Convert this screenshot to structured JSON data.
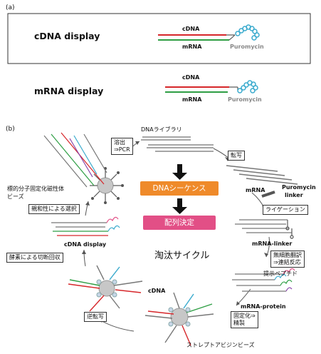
{
  "panel_a": {
    "tag": "(a)",
    "cdna_display": {
      "title": "cDNA display",
      "cdna": "cDNA",
      "mrna": "mRNA",
      "puromycin": "Puromycin"
    },
    "mrna_display": {
      "title": "mRNA display",
      "cdna": "cDNA",
      "mrna": "mRNA",
      "puromycin": "Puromycin"
    }
  },
  "panel_b": {
    "tag": "(b)",
    "center": {
      "dna_seq_button": "DNAシーケンス",
      "sequence_button": "配列決定",
      "cycle": "淘汰サイクル"
    },
    "labels": {
      "dna_library": "DNAライブラリ",
      "transcription": "転写",
      "mrna": "mRNA",
      "puromycin_linker_1": "Puromycin",
      "puromycin_linker_2": "linker",
      "ligation": "ライゲーション",
      "mrna_linker": "mRNA-linker",
      "translation_1": "無細胞翻訳",
      "translation_2": "⇒連結反応",
      "peptide": "提示ペプチド",
      "mrna_protein": "mRNA-protein",
      "immobilize_1": "固定化⇒",
      "immobilize_2": "精製",
      "streptavidin_beads": "ストレプトアビジンビーズ",
      "reverse_transcription": "逆転写",
      "cdna": "cDNA",
      "enzyme_cleavage": "酵素による切断回収",
      "cdna_display": "cDNA display",
      "affinity_selection": "親和性による選択",
      "target_beads_1": "標的分子固定化磁性体",
      "target_beads_2": "ビーズ",
      "elution_1": "溶出",
      "elution_2": "⇒PCR"
    }
  },
  "colors": {
    "red": "#d6262a",
    "green": "#2e9e44",
    "cyan": "#39aacd",
    "orange": "#ef8a2a",
    "magenta": "#e24f86",
    "grey": "#777777"
  }
}
